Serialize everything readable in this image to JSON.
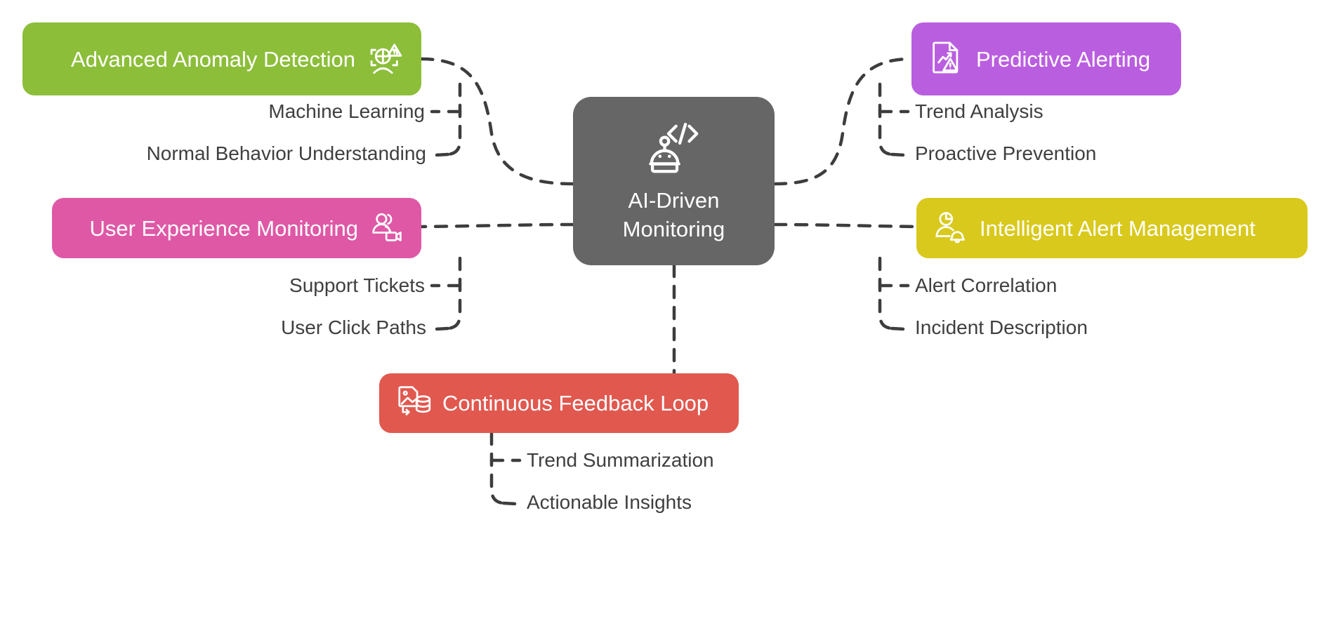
{
  "diagram": {
    "type": "mind-map",
    "background_color": "#ffffff",
    "leaf_text_color": "#3f3f3f",
    "connector_color": "#3d3d3d",
    "connector_style": "dashed"
  },
  "center": {
    "label": "AI-Driven\nMonitoring",
    "line1": "AI-Driven",
    "line2": "Monitoring",
    "color": "#666666",
    "text_color": "#ffffff",
    "icon": "ai-robot-code-icon"
  },
  "branches": [
    {
      "id": "advanced-anomaly-detection",
      "label": "Advanced Anomaly Detection",
      "color": "#8CBE3A",
      "text_color": "#ffffff",
      "icon": "anomaly-scan-warning-icon",
      "icon_side": "right",
      "position": "top-left",
      "children": [
        {
          "label": "Machine Learning"
        },
        {
          "label": "Normal Behavior Understanding"
        }
      ]
    },
    {
      "id": "predictive-alerting",
      "label": "Predictive Alerting",
      "color": "#BA5EE0",
      "text_color": "#ffffff",
      "icon": "document-chart-warning-icon",
      "icon_side": "left",
      "position": "top-right",
      "children": [
        {
          "label": "Trend Analysis"
        },
        {
          "label": "Proactive Prevention"
        }
      ]
    },
    {
      "id": "user-experience-monitoring",
      "label": "User Experience Monitoring",
      "color": "#DF58A6",
      "text_color": "#ffffff",
      "icon": "users-video-icon",
      "icon_side": "right",
      "position": "mid-left",
      "children": [
        {
          "label": "Support Tickets"
        },
        {
          "label": "User Click Paths"
        }
      ]
    },
    {
      "id": "intelligent-alert-management",
      "label": "Intelligent Alert Management",
      "color": "#D9C91C",
      "text_color": "#ffffff",
      "icon": "user-piechart-bell-icon",
      "icon_side": "left",
      "position": "mid-right",
      "children": [
        {
          "label": "Alert Correlation"
        },
        {
          "label": "Incident Description"
        }
      ]
    },
    {
      "id": "continuous-feedback-loop",
      "label": "Continuous Feedback Loop",
      "color": "#E1584F",
      "text_color": "#ffffff",
      "icon": "image-database-loop-icon",
      "icon_side": "left",
      "position": "bottom-center",
      "children": [
        {
          "label": "Trend Summarization"
        },
        {
          "label": "Actionable Insights"
        }
      ]
    }
  ]
}
